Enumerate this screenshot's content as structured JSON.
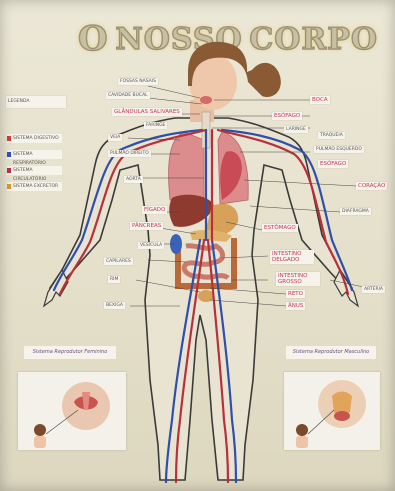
{
  "title": {
    "word1": "O",
    "word2": "NOSSO",
    "word3": "CORPO"
  },
  "legend": {
    "title": "LEGENDA",
    "items": [
      {
        "label": "SISTEMA DIGESTIVO",
        "color": "#d93a3a"
      },
      {
        "label": "SISTEMA RESPIRATÓRIO",
        "color": "#2f57b8"
      },
      {
        "label": "SISTEMA CIRCULATÓRIO",
        "color": "#b8324a"
      },
      {
        "label": "SISTEMA EXCRETOR",
        "color": "#d79a2a"
      }
    ]
  },
  "labels": {
    "fossas_nasais": "FOSSAS NASAIS",
    "cavidade_bucal": "CAVIDADE BUCAL",
    "glandulas": "GLÂNDULAS SALIVARES",
    "boca": "BOCA",
    "faringe": "FARINGE",
    "esofago": "ESÓFAGO",
    "laringe": "LARINGE",
    "traqueia": "TRAQUEIA",
    "veia": "VEIA",
    "pulmao_direito": "PULMÃO DIREITO",
    "pulmao_esquerdo": "PULMÃO ESQUERDO",
    "esofago2": "ESÓFAGO",
    "aorta": "AORTA",
    "coracao": "CORAÇÃO",
    "figado": "FÍGADO",
    "diafragma": "DIAFRAGMA",
    "pancreas": "PÂNCREAS",
    "estomago": "ESTÔMAGO",
    "vesicula": "VESÍCULA",
    "capilares": "CAPILARES",
    "intestino_delgado": "INTESTINO DELGADO",
    "intestino_grosso": "INTESTINO GROSSO",
    "reto": "RETO",
    "anus": "ÂNUS",
    "rim": "RIM",
    "bexiga": "BEXIGA",
    "arteria": "ARTÉRIA"
  },
  "panels": {
    "left_title": "Sistema Reprodutor Feminino",
    "right_title": "Sistema Reprodutor Masculino"
  },
  "colors": {
    "vein": "#2f4fa8",
    "artery": "#b8303a",
    "skin": "#e8bfa3",
    "hair": "#8a5a34",
    "outline": "#3a3a3a"
  }
}
